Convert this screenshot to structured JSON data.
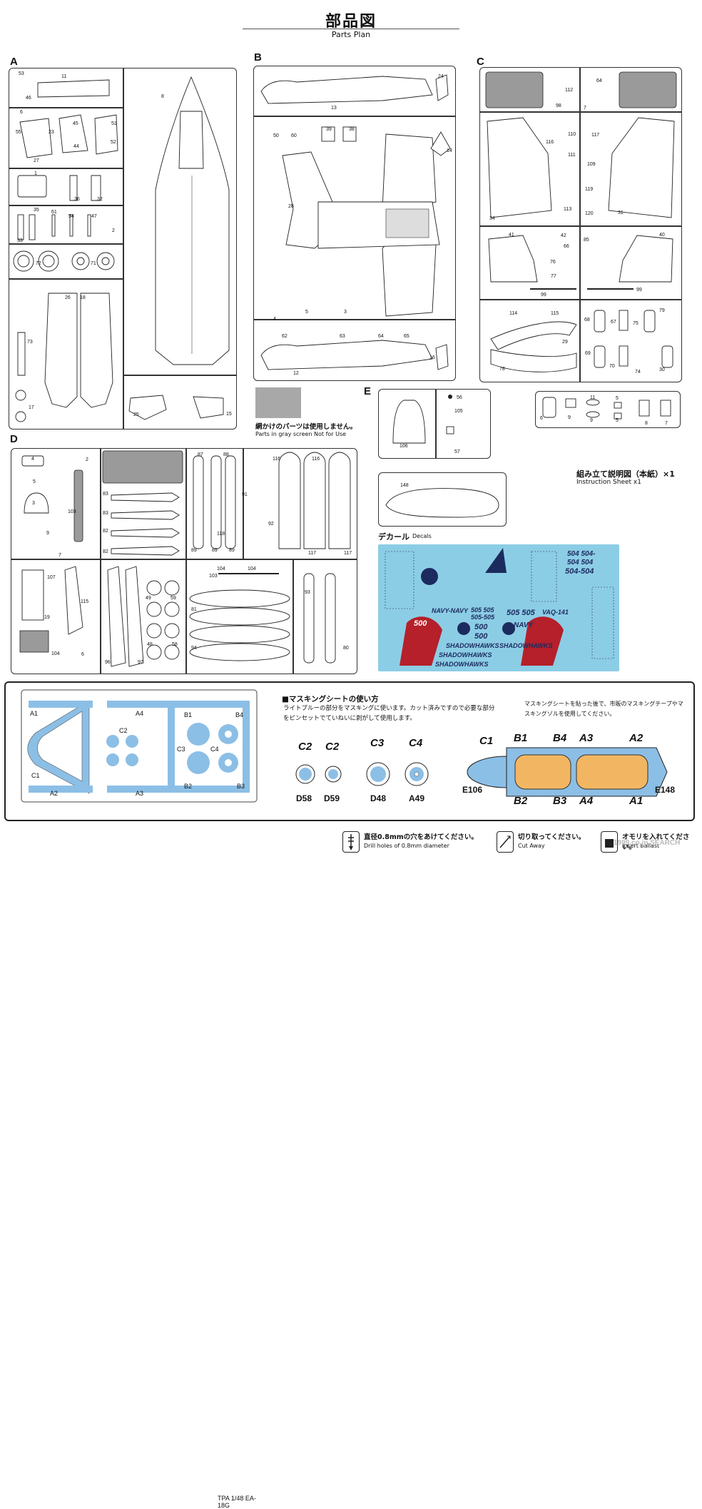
{
  "header": {
    "title_jp": "部品図",
    "title_en": "Parts Plan"
  },
  "sprues": {
    "A": {
      "letter": "A",
      "parts": [
        "53",
        "11",
        "46",
        "8",
        "6",
        "45",
        "51",
        "23",
        "55",
        "52",
        "44",
        "27",
        "1",
        "36",
        "32",
        "35",
        "61",
        "54",
        "47",
        "2",
        "33",
        "72",
        "71",
        "73",
        "26",
        "18",
        "17",
        "25",
        "15"
      ]
    },
    "B": {
      "letter": "B",
      "parts": [
        "24",
        "13",
        "50",
        "60",
        "39",
        "38",
        "14",
        "28",
        "4",
        "5",
        "3",
        "62",
        "63",
        "64",
        "65",
        "12",
        "16"
      ]
    },
    "C": {
      "letter": "C",
      "parts": [
        "112",
        "64",
        "98",
        "7",
        "110",
        "117",
        "116",
        "111",
        "109",
        "34",
        "119",
        "113",
        "120",
        "31",
        "41",
        "42",
        "85",
        "40",
        "66",
        "76",
        "77",
        "99",
        "99",
        "114",
        "115",
        "79",
        "68",
        "67",
        "75",
        "29",
        "69",
        "70",
        "74",
        "78",
        "30"
      ]
    },
    "C_extra": {
      "parts": [
        "6",
        "9",
        "11",
        "9",
        "5",
        "5",
        "8",
        "7"
      ]
    },
    "D": {
      "letter": "D",
      "parts": [
        "4",
        "2",
        "5",
        "3",
        "103",
        "9",
        "7",
        "107",
        "115",
        "19",
        "104",
        "6",
        "83",
        "83",
        "82",
        "82",
        "87",
        "88",
        "116",
        "116",
        "91",
        "92",
        "118",
        "89",
        "89",
        "89",
        "104",
        "104",
        "103",
        "117",
        "117",
        "49",
        "59",
        "93",
        "81",
        "48",
        "58",
        "80",
        "94",
        "96",
        "97"
      ]
    },
    "E": {
      "letter": "E",
      "parts": [
        "56",
        "105",
        "106",
        "57",
        "148"
      ]
    }
  },
  "note": {
    "jp": "網かけのパーツは使用しません。",
    "en": "Parts in gray screen Not for Use"
  },
  "instruction": {
    "jp": "組み立て説明図（本紙）×1",
    "en": "Instruction Sheet x1"
  },
  "decals": {
    "title_jp": "デカール",
    "title_en": "Decals",
    "texts": [
      "504 504-",
      "504 504",
      "504-504",
      "VAQ-141",
      "NAVY-NAVY",
      "505 505",
      "505-505",
      "505 505",
      "500",
      "500",
      "500",
      "NAVY",
      "SHADOWHAWKS",
      "SHADOWHAWKS",
      "SHADOWHAWKS",
      "SHADOWHAWKS"
    ]
  },
  "masking": {
    "card_labels": {
      "a1": "A1",
      "a4": "A4",
      "c1": "C1",
      "c2": "C2",
      "a2": "A2",
      "a3": "A3",
      "b1": "B1",
      "b4": "B4",
      "c3": "C3",
      "c4": "C4",
      "b2": "B2",
      "b3": "B3"
    },
    "kit_label": "TPA 1/48 EA-18G",
    "howto_title": "■マスキングシートの使い方",
    "howto_desc": "ライトブルーの部分をマスキングに使います。カット済みですので必要な部分をピンセットでていねいに剥がして使用します。",
    "howto_desc2": "マスキングシートを貼った後で、市販のマスキングテープやマスキングゾルを使用してください。",
    "wheels": [
      {
        "top": "C2",
        "bottom": "D58"
      },
      {
        "top": "C2",
        "bottom": "D59"
      },
      {
        "top": "C3",
        "bottom": "D48"
      },
      {
        "top": "C4",
        "bottom": "A49"
      }
    ],
    "canopy": {
      "c1": "C1",
      "b1": "B1",
      "b4": "B4",
      "a3": "A3",
      "a2": "A2",
      "e106": "E106",
      "b2": "B2",
      "b3": "B3",
      "a4": "A4",
      "a1": "A1",
      "e148": "E148"
    }
  },
  "legend": {
    "drill_jp": "直径0.8mmの穴をあけてください。",
    "drill_en": "Drill holes of 0.8mm diameter",
    "cut_jp": "切り取ってください。",
    "cut_en": "Cut Away",
    "ballast_jp": "オモリを入れてください。",
    "ballast_en": "Insert ballast"
  },
  "watermark": "1999.co.jp SEARCH",
  "colors": {
    "mask_blue": "#8cbfe6",
    "canopy_orange": "#f2b662",
    "gray_part": "#9a9a9a",
    "decal_bg": "#8ccde6",
    "decal_red": "#b5202a"
  }
}
